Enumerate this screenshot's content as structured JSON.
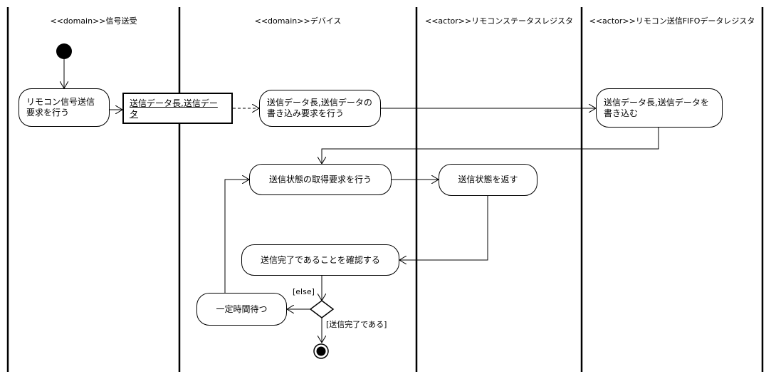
{
  "lanes": [
    {
      "id": "signal",
      "header": "<<domain>>信号送受"
    },
    {
      "id": "device",
      "header": "<<domain>>デバイス"
    },
    {
      "id": "status_reg",
      "header": "<<actor>>リモコンステータスレジスタ"
    },
    {
      "id": "fifo_reg",
      "header": "<<actor>>リモコン送信FIFOデータレジスタ"
    }
  ],
  "nodes": {
    "request_send": "リモコン信号送信\n要求を行う",
    "send_data_object": "送信データ長,送信データ",
    "write_request": "送信データ長,送信データの\n書き込み要求を行う",
    "write_data": "送信データ長,送信データを\n書き込む",
    "get_status": "送信状態の取得要求を行う",
    "return_status": "送信状態を返す",
    "confirm_complete": "送信完了であることを確認する",
    "wait": "一定時間待つ"
  },
  "guards": {
    "else": "[else]",
    "complete": "[送信完了である]"
  }
}
